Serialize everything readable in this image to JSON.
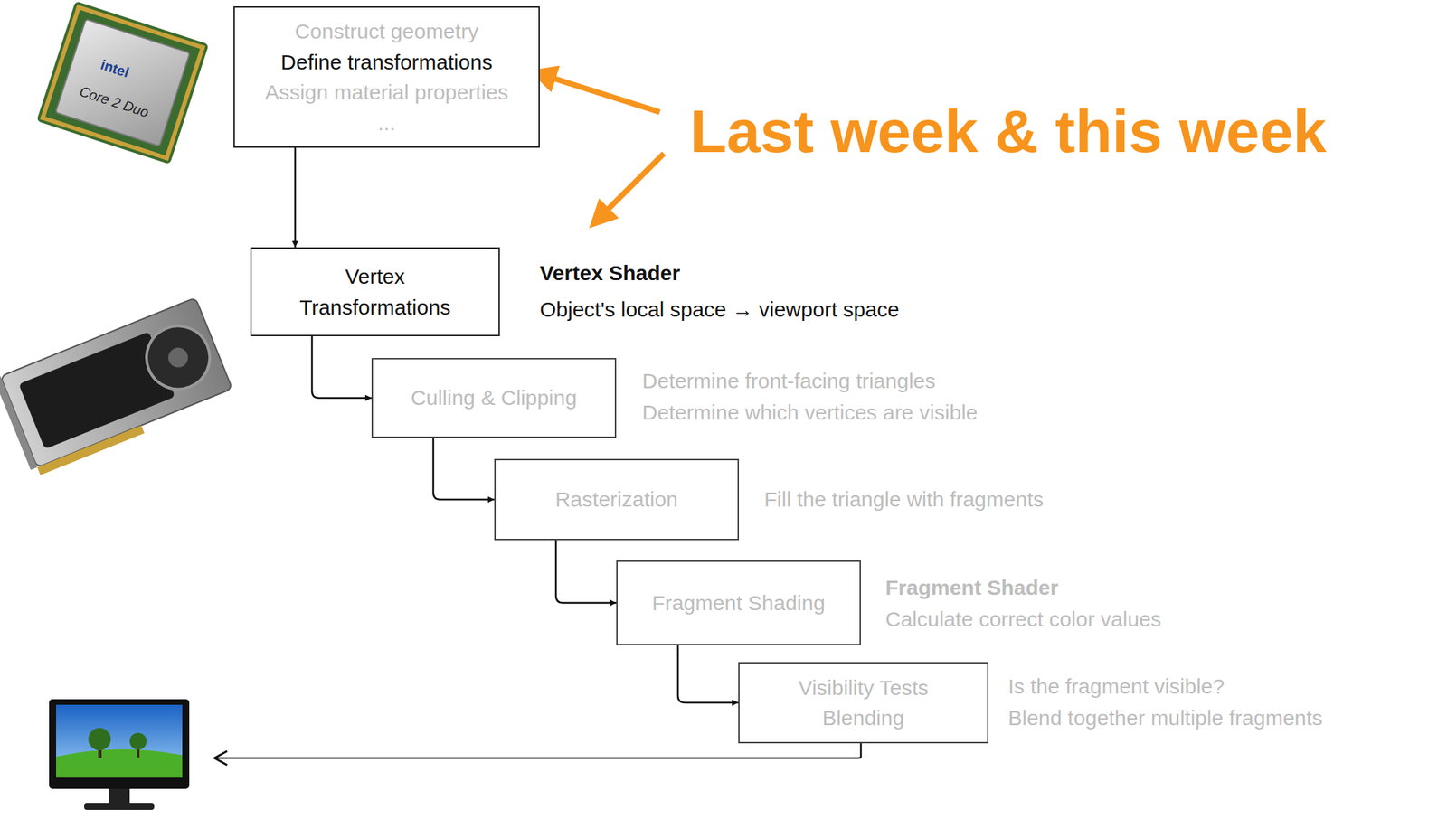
{
  "diagram": {
    "nodes": [
      {
        "text": [
          "Construct geometry",
          "Define transformations",
          "Assign material properties",
          "..."
        ]
      },
      {
        "text": [
          "Vertex Transformations"
        ]
      },
      {
        "text": [
          "Culling & Clipping"
        ]
      },
      {
        "text": [
          "Rasterization"
        ]
      },
      {
        "text": [
          "Fragment Shading"
        ]
      },
      {
        "text": [
          "Visibility Tests Blending"
        ]
      }
    ],
    "edges": [
      {
        "from": 0,
        "to": 1,
        "arrow": "to"
      },
      {
        "from": 1,
        "to": 2,
        "arrow": "to"
      },
      {
        "from": 2,
        "to": 3,
        "arrow": "to"
      },
      {
        "from": 3,
        "to": 4,
        "arrow": "to"
      },
      {
        "from": 4,
        "to": 5,
        "arrow": "to"
      }
    ],
    "labels": [
      "Vertex Shader",
      "Object's local space → viewport space",
      "Determine front-facing triangles",
      "Determine which vertices are visible",
      "Fill the triangle with fragments",
      "Fragment Shader",
      "Calculate correct color values",
      "Is the fragment visible?",
      "Blend together multiple fragments",
      "Last week & this week",
      "intel",
      "Core 2 Duo"
    ]
  }
}
